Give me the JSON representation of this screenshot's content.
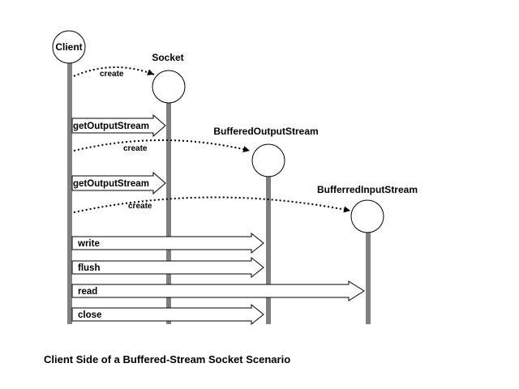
{
  "objects": {
    "client": "Client",
    "socket": "Socket",
    "buffered_output_stream": "BufferedOutputStream",
    "buffered_input_stream": "BufferredInputStream"
  },
  "create_messages": [
    "create",
    "create",
    "create"
  ],
  "messages": [
    "getOutputStream",
    "getOutputStream",
    "write",
    "flush",
    "read",
    "close"
  ],
  "caption": "Client Side of a Buffered-Stream Socket Scenario",
  "colors": {
    "lifeline": "#808080",
    "line": "#000000",
    "background": "#ffffff"
  }
}
